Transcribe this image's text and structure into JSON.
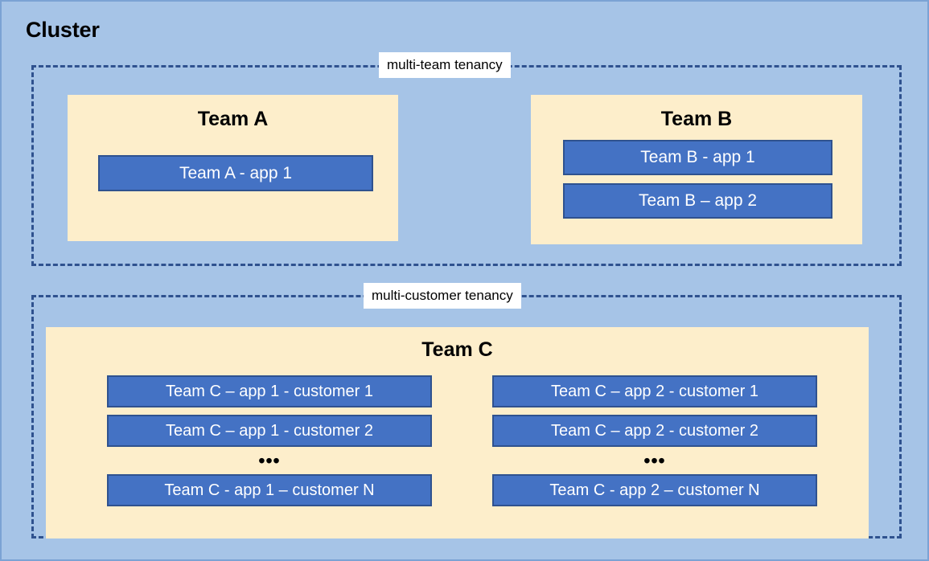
{
  "diagram": {
    "title": "Cluster",
    "colors": {
      "canvas_background": "#a6c4e7",
      "team_container": "#fdeecb",
      "app_box_fill": "#4472c4",
      "app_box_border": "#2f528f",
      "dashed_border": "#2f528f",
      "label_background": "#ffffff"
    },
    "tenancy_groups": [
      {
        "label": "multi-team tenancy",
        "teams": [
          {
            "name": "Team A",
            "apps": [
              {
                "label": "Team A - app 1"
              }
            ]
          },
          {
            "name": "Team B",
            "apps": [
              {
                "label": "Team B - app 1"
              },
              {
                "label": "Team B – app 2"
              }
            ]
          }
        ]
      },
      {
        "label": "multi-customer tenancy",
        "teams": [
          {
            "name": "Team C",
            "columns": [
              {
                "app": "app 1",
                "items": [
                  {
                    "label": "Team C – app 1 - customer 1"
                  },
                  {
                    "label": "Team C – app 1 - customer 2"
                  },
                  {
                    "label": "Team C - app 1 – customer N"
                  }
                ],
                "ellipsis": "•••"
              },
              {
                "app": "app 2",
                "items": [
                  {
                    "label": "Team C – app 2 - customer 1"
                  },
                  {
                    "label": "Team C – app 2 - customer 2"
                  },
                  {
                    "label": "Team C - app 2 – customer N"
                  }
                ],
                "ellipsis": "•••"
              }
            ]
          }
        ]
      }
    ]
  }
}
